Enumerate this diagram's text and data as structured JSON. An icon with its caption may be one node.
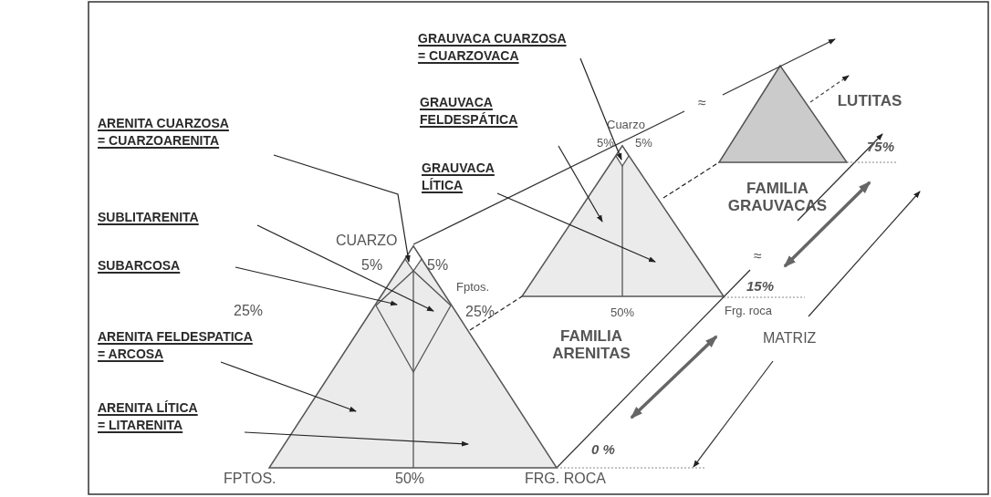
{
  "diagram": {
    "nodes": [
      {
        "text": [
          "GRAUVACA CUARZOSA = CUARZOVACA"
        ]
      },
      {
        "text": [
          "GRAUVACA FELDESPÁTICA"
        ]
      },
      {
        "text": [
          "ARENITA CUARZOSA = CUARZOARENITA"
        ]
      },
      {
        "text": [
          "GRAUVACA LÍTICA"
        ]
      },
      {
        "text": [
          "SUBLITARENITA"
        ]
      },
      {
        "text": [
          "SUBARCOSA"
        ]
      },
      {
        "text": [
          "ARENITA FELDESPATICA = ARCOSA"
        ]
      },
      {
        "text": [
          "ARENITA LÍTICA = LITARENITA"
        ]
      },
      {
        "text": [],
        "shape": "triangle"
      },
      {
        "text": [],
        "shape": "triangle"
      },
      {
        "text": [],
        "shape": "triangle"
      }
    ],
    "edges": [
      {
        "from": 0,
        "to": 9,
        "arrow": "to"
      },
      {
        "from": 1,
        "to": 9,
        "arrow": "to"
      },
      {
        "from": 2,
        "to": 10,
        "arrow": "to"
      },
      {
        "from": 3,
        "to": 9,
        "arrow": "to"
      },
      {
        "from": 4,
        "to": 10,
        "arrow": "to"
      },
      {
        "from": 5,
        "to": 10,
        "arrow": "to"
      },
      {
        "from": 6,
        "to": 10,
        "arrow": "to"
      },
      {
        "from": 7,
        "to": 10,
        "arrow": "to"
      },
      {
        "from": 10,
        "to": 9,
        "arrow": "none",
        "style": "dashed"
      },
      {
        "from": 9,
        "to": 8,
        "arrow": "none",
        "style": "dashed"
      }
    ],
    "labels": [
      "LUTITAS",
      "≈",
      "Cuarzo",
      "5%",
      "5%",
      "75%",
      "FAMILIA GRAUVACAS",
      "CUARZO",
      "≈",
      "5%",
      "5%",
      "Fptos.",
      "15%",
      "25%",
      "25%",
      "50%",
      "Frg. roca",
      "MATRIZ",
      "FAMILIA ARENITAS",
      "0 %",
      "FPTOS.",
      "50%",
      "FRG. ROCA"
    ]
  }
}
